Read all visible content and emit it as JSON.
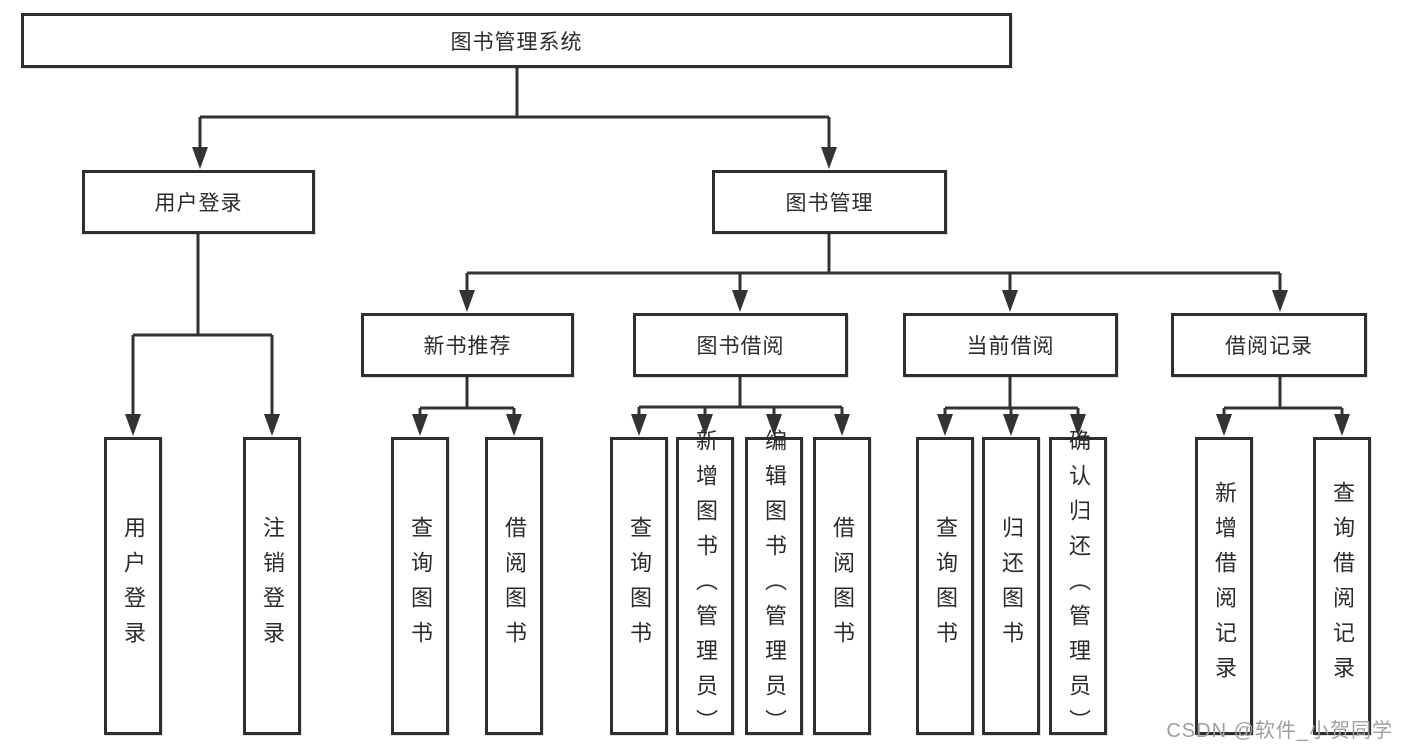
{
  "tree": {
    "root": {
      "label": "图书管理系统"
    },
    "user_login": {
      "label": "用户登录",
      "children": [
        {
          "label": "用户登录"
        },
        {
          "label": "注销登录"
        }
      ]
    },
    "book_management": {
      "label": "图书管理",
      "sections": [
        {
          "label": "新书推荐",
          "children": [
            {
              "label": "查询图书"
            },
            {
              "label": "借阅图书"
            }
          ]
        },
        {
          "label": "图书借阅",
          "children": [
            {
              "label": "查询图书"
            },
            {
              "label": "新增图书（管理员）"
            },
            {
              "label": "编辑图书（管理员）"
            },
            {
              "label": "借阅图书"
            }
          ]
        },
        {
          "label": "当前借阅",
          "children": [
            {
              "label": "查询图书"
            },
            {
              "label": "归还图书"
            },
            {
              "label": "确认归还（管理员）"
            }
          ]
        },
        {
          "label": "借阅记录",
          "children": [
            {
              "label": "新增借阅记录"
            },
            {
              "label": "查询借阅记录"
            }
          ]
        }
      ]
    }
  },
  "watermark": {
    "text": "CSDN @软件_小贺同学"
  },
  "colors": {
    "line": "#333333",
    "box_border": "#2e2e2e",
    "text": "#2b2b2b",
    "watermark": "#9f9f9f",
    "background": "#ffffff"
  }
}
